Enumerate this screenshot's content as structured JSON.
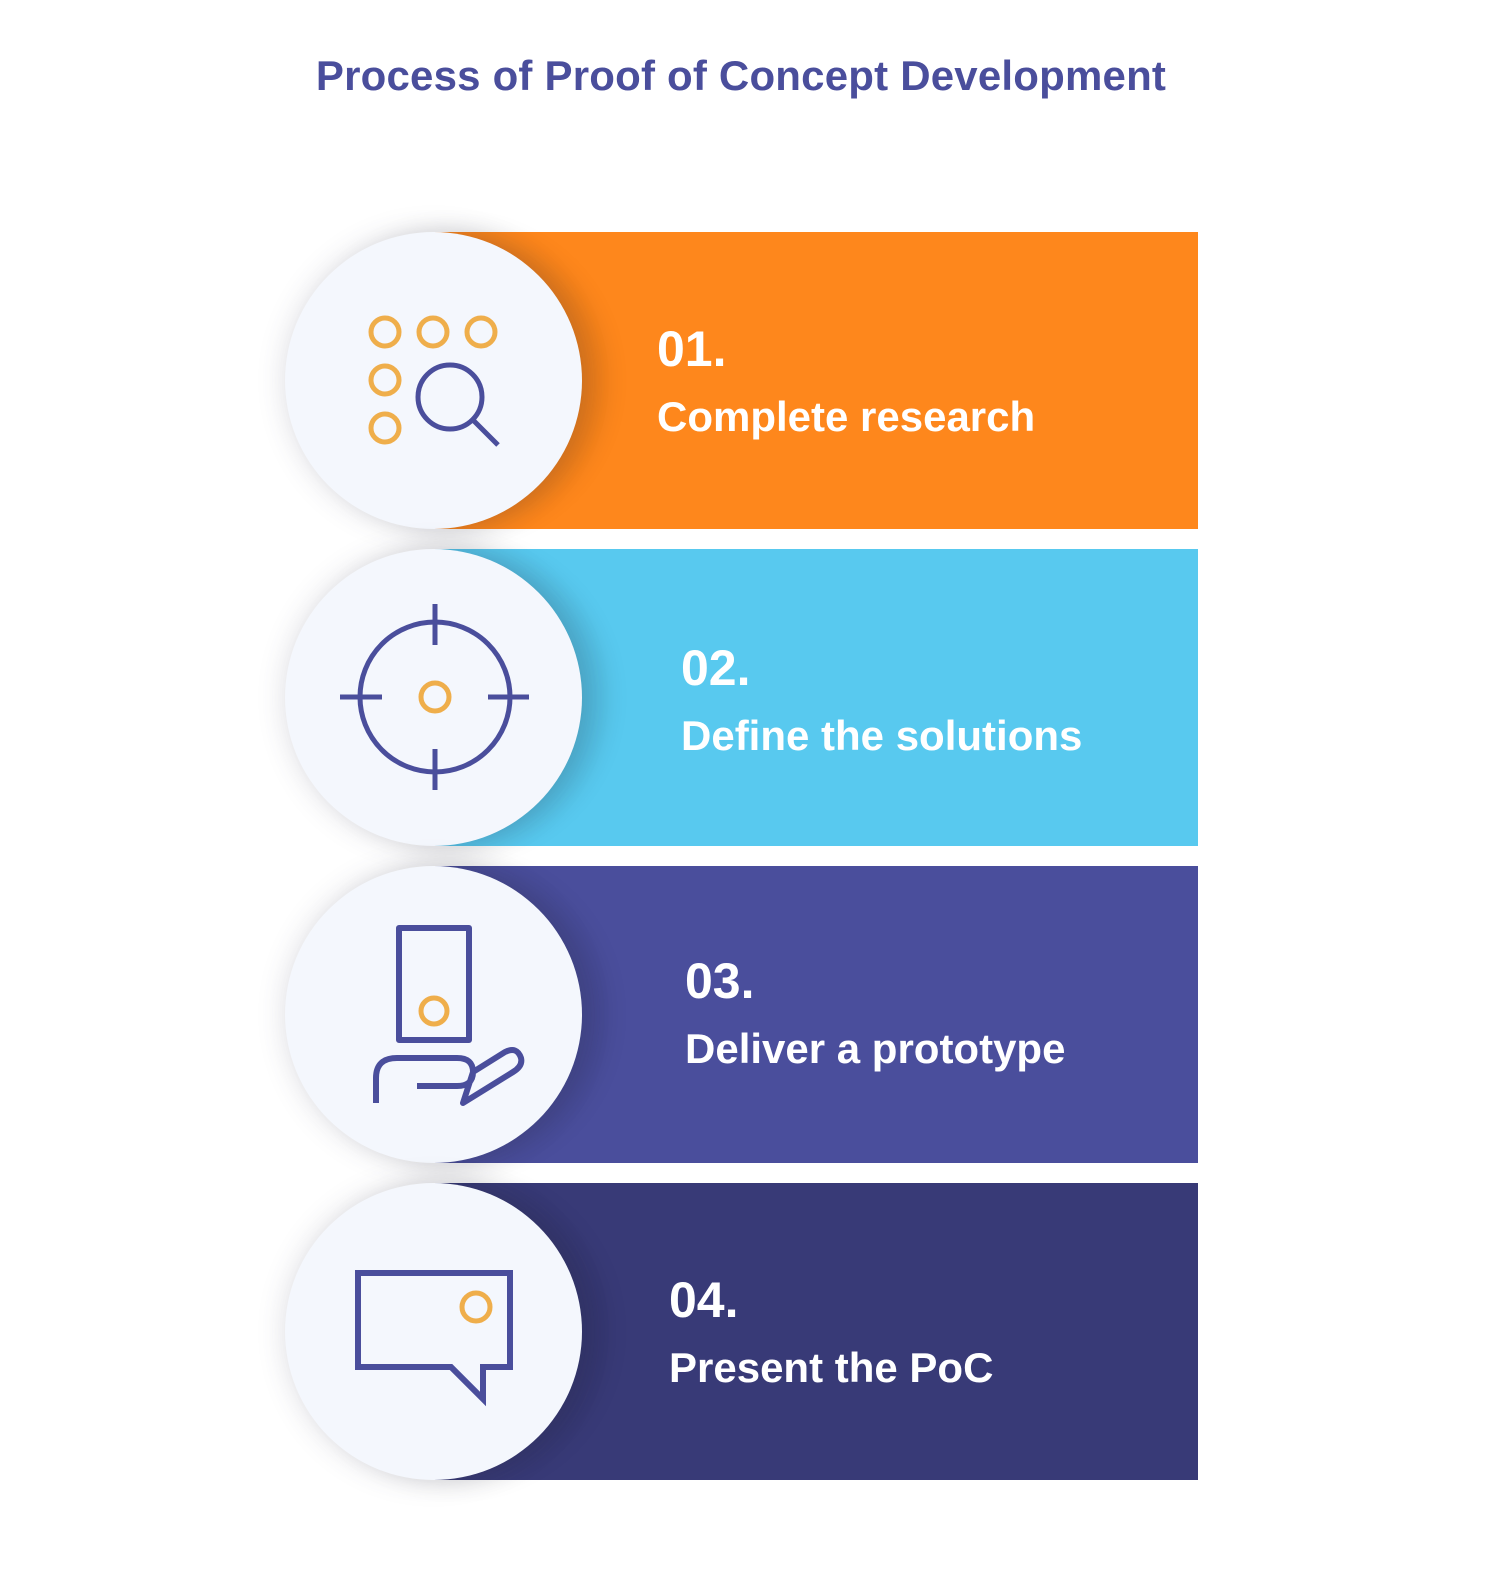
{
  "title": "Process of Proof of Concept Development",
  "colors": {
    "title": "#4a4e9c",
    "icon_stroke": "#4a4e9c",
    "icon_accent": "#efae4b",
    "circle_bg": "#f4f7fd"
  },
  "steps": [
    {
      "number": "01.",
      "label": "Complete research",
      "color": "#fe871c",
      "icon": "research-search-icon"
    },
    {
      "number": "02.",
      "label": "Define the solutions",
      "color": "#58c9ef",
      "icon": "crosshair-target-icon"
    },
    {
      "number": "03.",
      "label": "Deliver a prototype",
      "color": "#4a4e9c",
      "icon": "hand-holding-device-icon"
    },
    {
      "number": "04.",
      "label": "Present the PoC",
      "color": "#383a77",
      "icon": "speech-bubble-icon"
    }
  ]
}
